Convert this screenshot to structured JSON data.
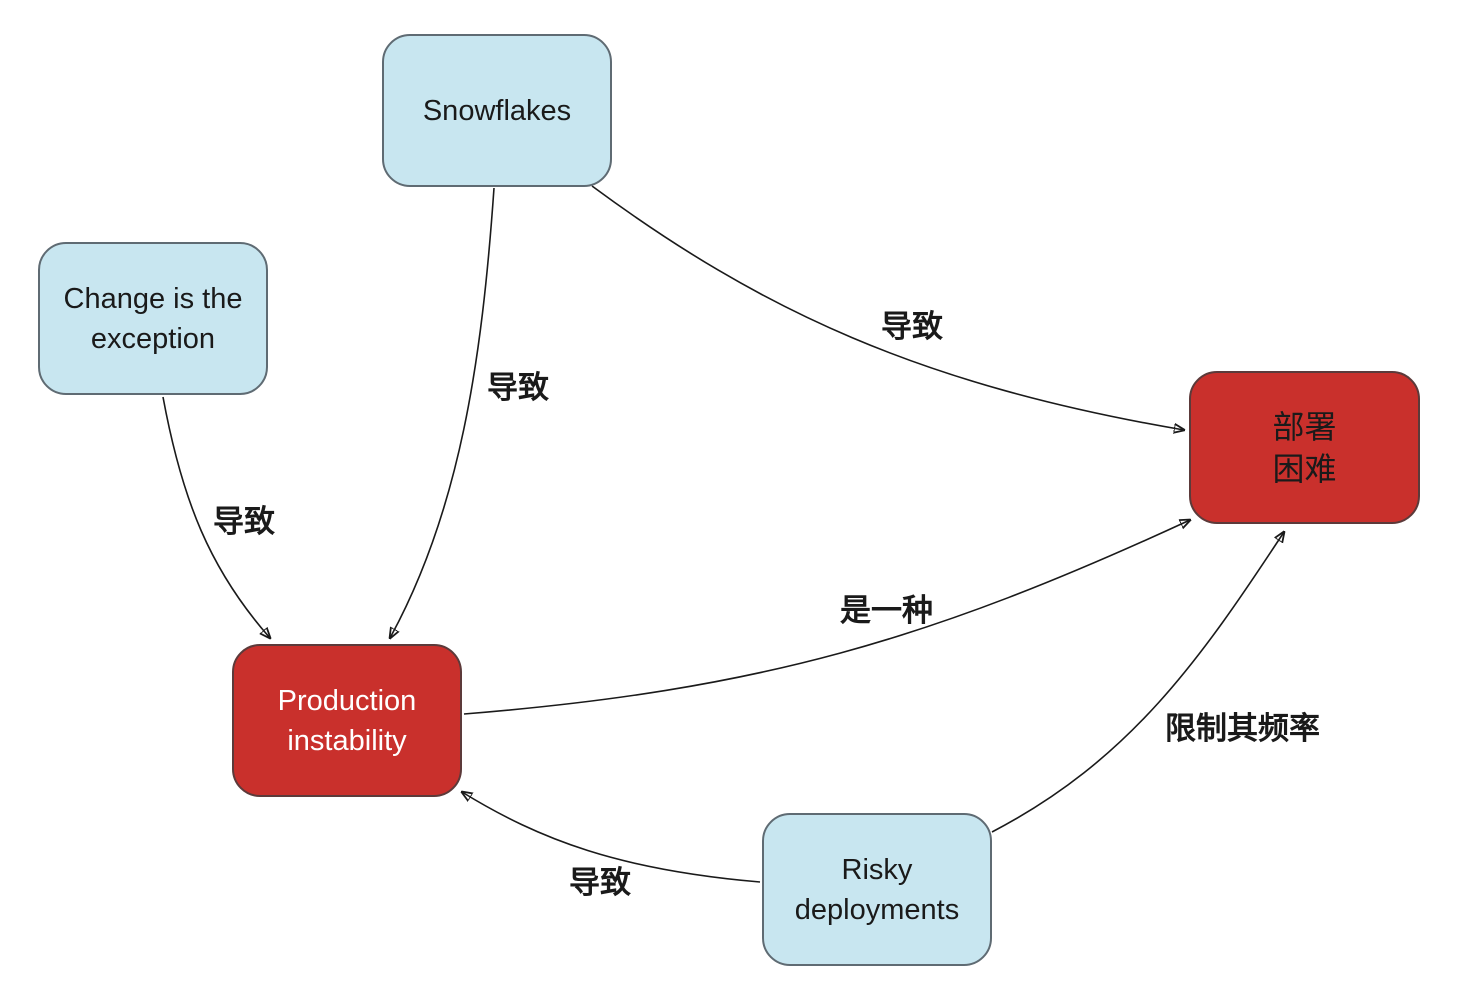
{
  "nodes": {
    "snowflakes": {
      "label": "Snowflakes"
    },
    "change_exception": {
      "label": "Change is the\nexception"
    },
    "production_instability": {
      "label": "Production\ninstability"
    },
    "deploy_difficult": {
      "label": "部署\n困难"
    },
    "risky_deployments": {
      "label": "Risky\ndeployments"
    }
  },
  "edges": [
    {
      "from": "snowflakes",
      "to": "deploy_difficult",
      "label": "导致"
    },
    {
      "from": "snowflakes",
      "to": "production_instability",
      "label": "导致"
    },
    {
      "from": "change_exception",
      "to": "production_instability",
      "label": "导致"
    },
    {
      "from": "production_instability",
      "to": "deploy_difficult",
      "label": "是一种"
    },
    {
      "from": "risky_deployments",
      "to": "deploy_difficult",
      "label": "限制其频率"
    },
    {
      "from": "risky_deployments",
      "to": "production_instability",
      "label": "导致"
    }
  ],
  "colors": {
    "cause_node": "#c8e6f0",
    "problem_node": "#c9302c",
    "edge": "#1a1a1a"
  }
}
